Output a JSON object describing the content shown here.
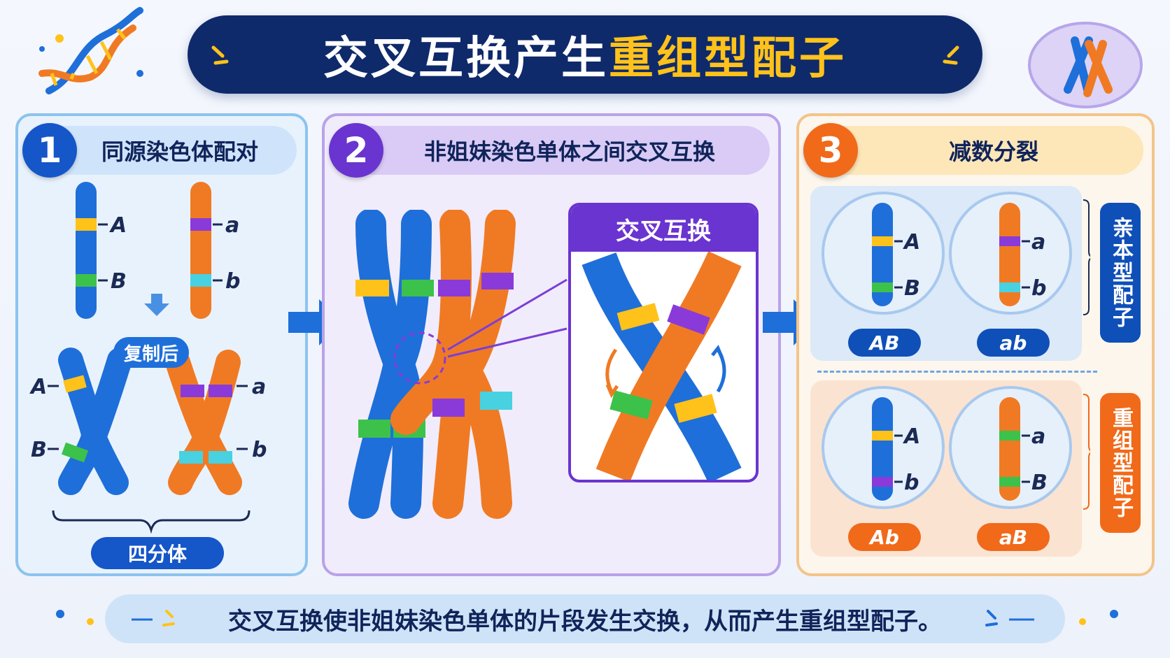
{
  "title": {
    "part1": "交叉互换产生",
    "part2": "重组型配子"
  },
  "panels": [
    {
      "number": "1",
      "label": "同源染色体配对"
    },
    {
      "number": "2",
      "label": "非姐妹染色单体之间交叉互换"
    },
    {
      "number": "3",
      "label": "减数分裂"
    }
  ],
  "step1": {
    "genes_blue": [
      "A",
      "B"
    ],
    "genes_orange": [
      "a",
      "b"
    ],
    "replication_label": "复制后",
    "tetrad_label": "四分体"
  },
  "step2": {
    "inset_title": "交叉互换"
  },
  "step3": {
    "parental_label": "亲本型配子",
    "recombinant_label": "重组型配子",
    "gametes": [
      {
        "label": "AB",
        "genes": [
          "A",
          "B"
        ]
      },
      {
        "label": "ab",
        "genes": [
          "a",
          "b"
        ]
      },
      {
        "label": "Ab",
        "genes": [
          "A",
          "b"
        ]
      },
      {
        "label": "aB",
        "genes": [
          "a",
          "B"
        ]
      }
    ]
  },
  "footer": "交叉互换使非姐妹染色单体的片段发生交换，从而产生重组型配子。",
  "colors": {
    "navy": "#0f2a6b",
    "blue": "#1e6fd9",
    "orange": "#f07a23",
    "purple": "#7a3fd6",
    "yellow": "#ffc21a",
    "green": "#3cc24a",
    "cyan": "#48d1e0",
    "band_purple": "#8a3ad8"
  }
}
